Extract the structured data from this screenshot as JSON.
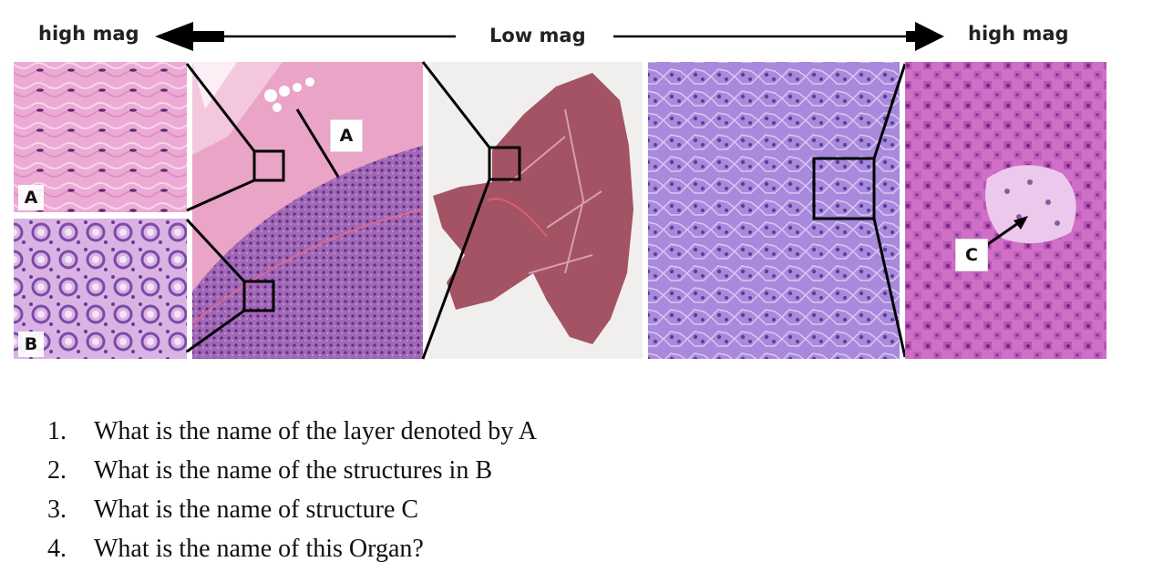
{
  "header": {
    "left_label": "high mag",
    "center_label": "Low mag",
    "right_label": "high mag"
  },
  "markers": {
    "a_panel": "A",
    "b_panel": "B",
    "a_layer": "A",
    "c_structure": "C"
  },
  "questions": [
    {
      "number": "1.",
      "text": "What is the name of the layer denoted by A"
    },
    {
      "number": "2.",
      "text": "What is the name of the structures in B"
    },
    {
      "number": "3.",
      "text": "What is the name of structure C"
    },
    {
      "number": "4.",
      "text": "What is the name of this Organ?"
    }
  ],
  "colors": {
    "stain_pink": "#e7a0c8",
    "stain_purple": "#8b5bbf",
    "tissue_dark": "#9a4f66",
    "background": "#ffffff"
  }
}
